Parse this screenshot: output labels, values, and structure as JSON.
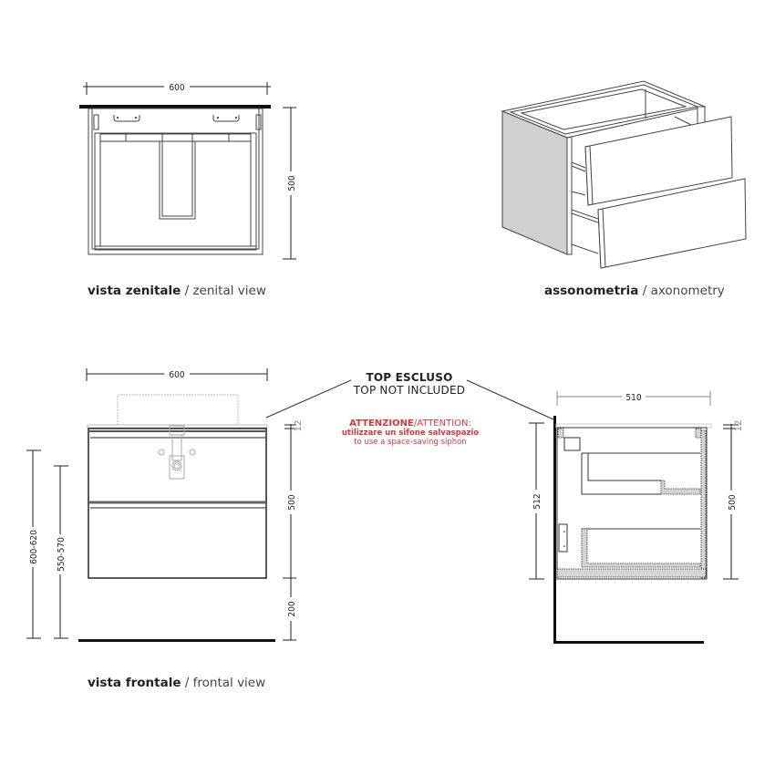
{
  "views": {
    "zenital": {
      "caption_bold": "vista zenitale",
      "caption_sep": " / ",
      "caption_light": "zenital view",
      "width_dim": "600",
      "depth_dim": "500"
    },
    "axonometry": {
      "caption_bold": "assonometria",
      "caption_sep": " / ",
      "caption_light": "axonometry"
    },
    "frontal": {
      "caption_bold": "vista frontale",
      "caption_sep": " / ",
      "caption_light": "frontal view",
      "width_dim": "600",
      "top_thickness_dim": "12",
      "height_dim": "500",
      "floor_gap_dim": "200",
      "overall_height_dim": "600-620",
      "cabinet_height_dim": "550-570"
    },
    "side": {
      "depth_dim": "510",
      "top_thickness_dim": "12",
      "height_dim": "500",
      "total_height_dim": "512"
    }
  },
  "note": {
    "title": "TOP ESCLUSO",
    "subtitle": "TOP NOT INCLUDED"
  },
  "warning": {
    "label_it": "ATTENZIONE",
    "label_sep": "/",
    "label_en": "ATTENTION:",
    "line_it": "utilizzare un sifone salvaspazio",
    "line_en": "to use a space-saving siphon",
    "color": "#d9363a"
  }
}
